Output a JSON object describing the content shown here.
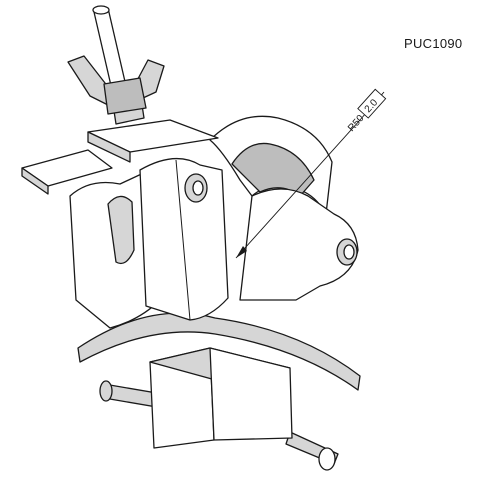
{
  "part_code": "PUC1090",
  "dimension": {
    "prefix": "R50",
    "value": "2.0"
  }
}
